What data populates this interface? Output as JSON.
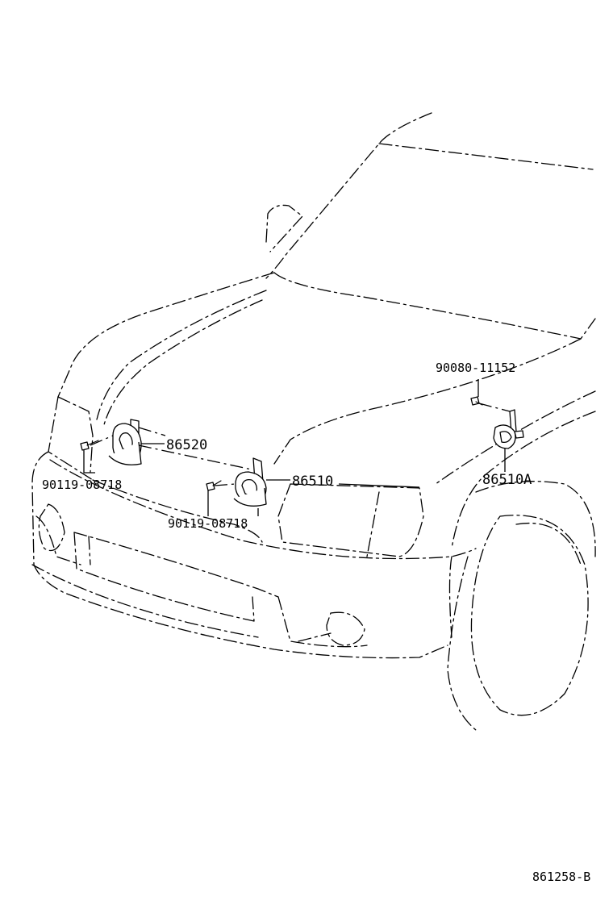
{
  "parts": {
    "horn_low": "86520",
    "horn_high": "86510",
    "horn_high_alt": "86510A",
    "bolt_left": "90119-08718",
    "bolt_center": "90119-08718",
    "bolt_right": "90080-11152"
  },
  "figure_code": "861258-B"
}
